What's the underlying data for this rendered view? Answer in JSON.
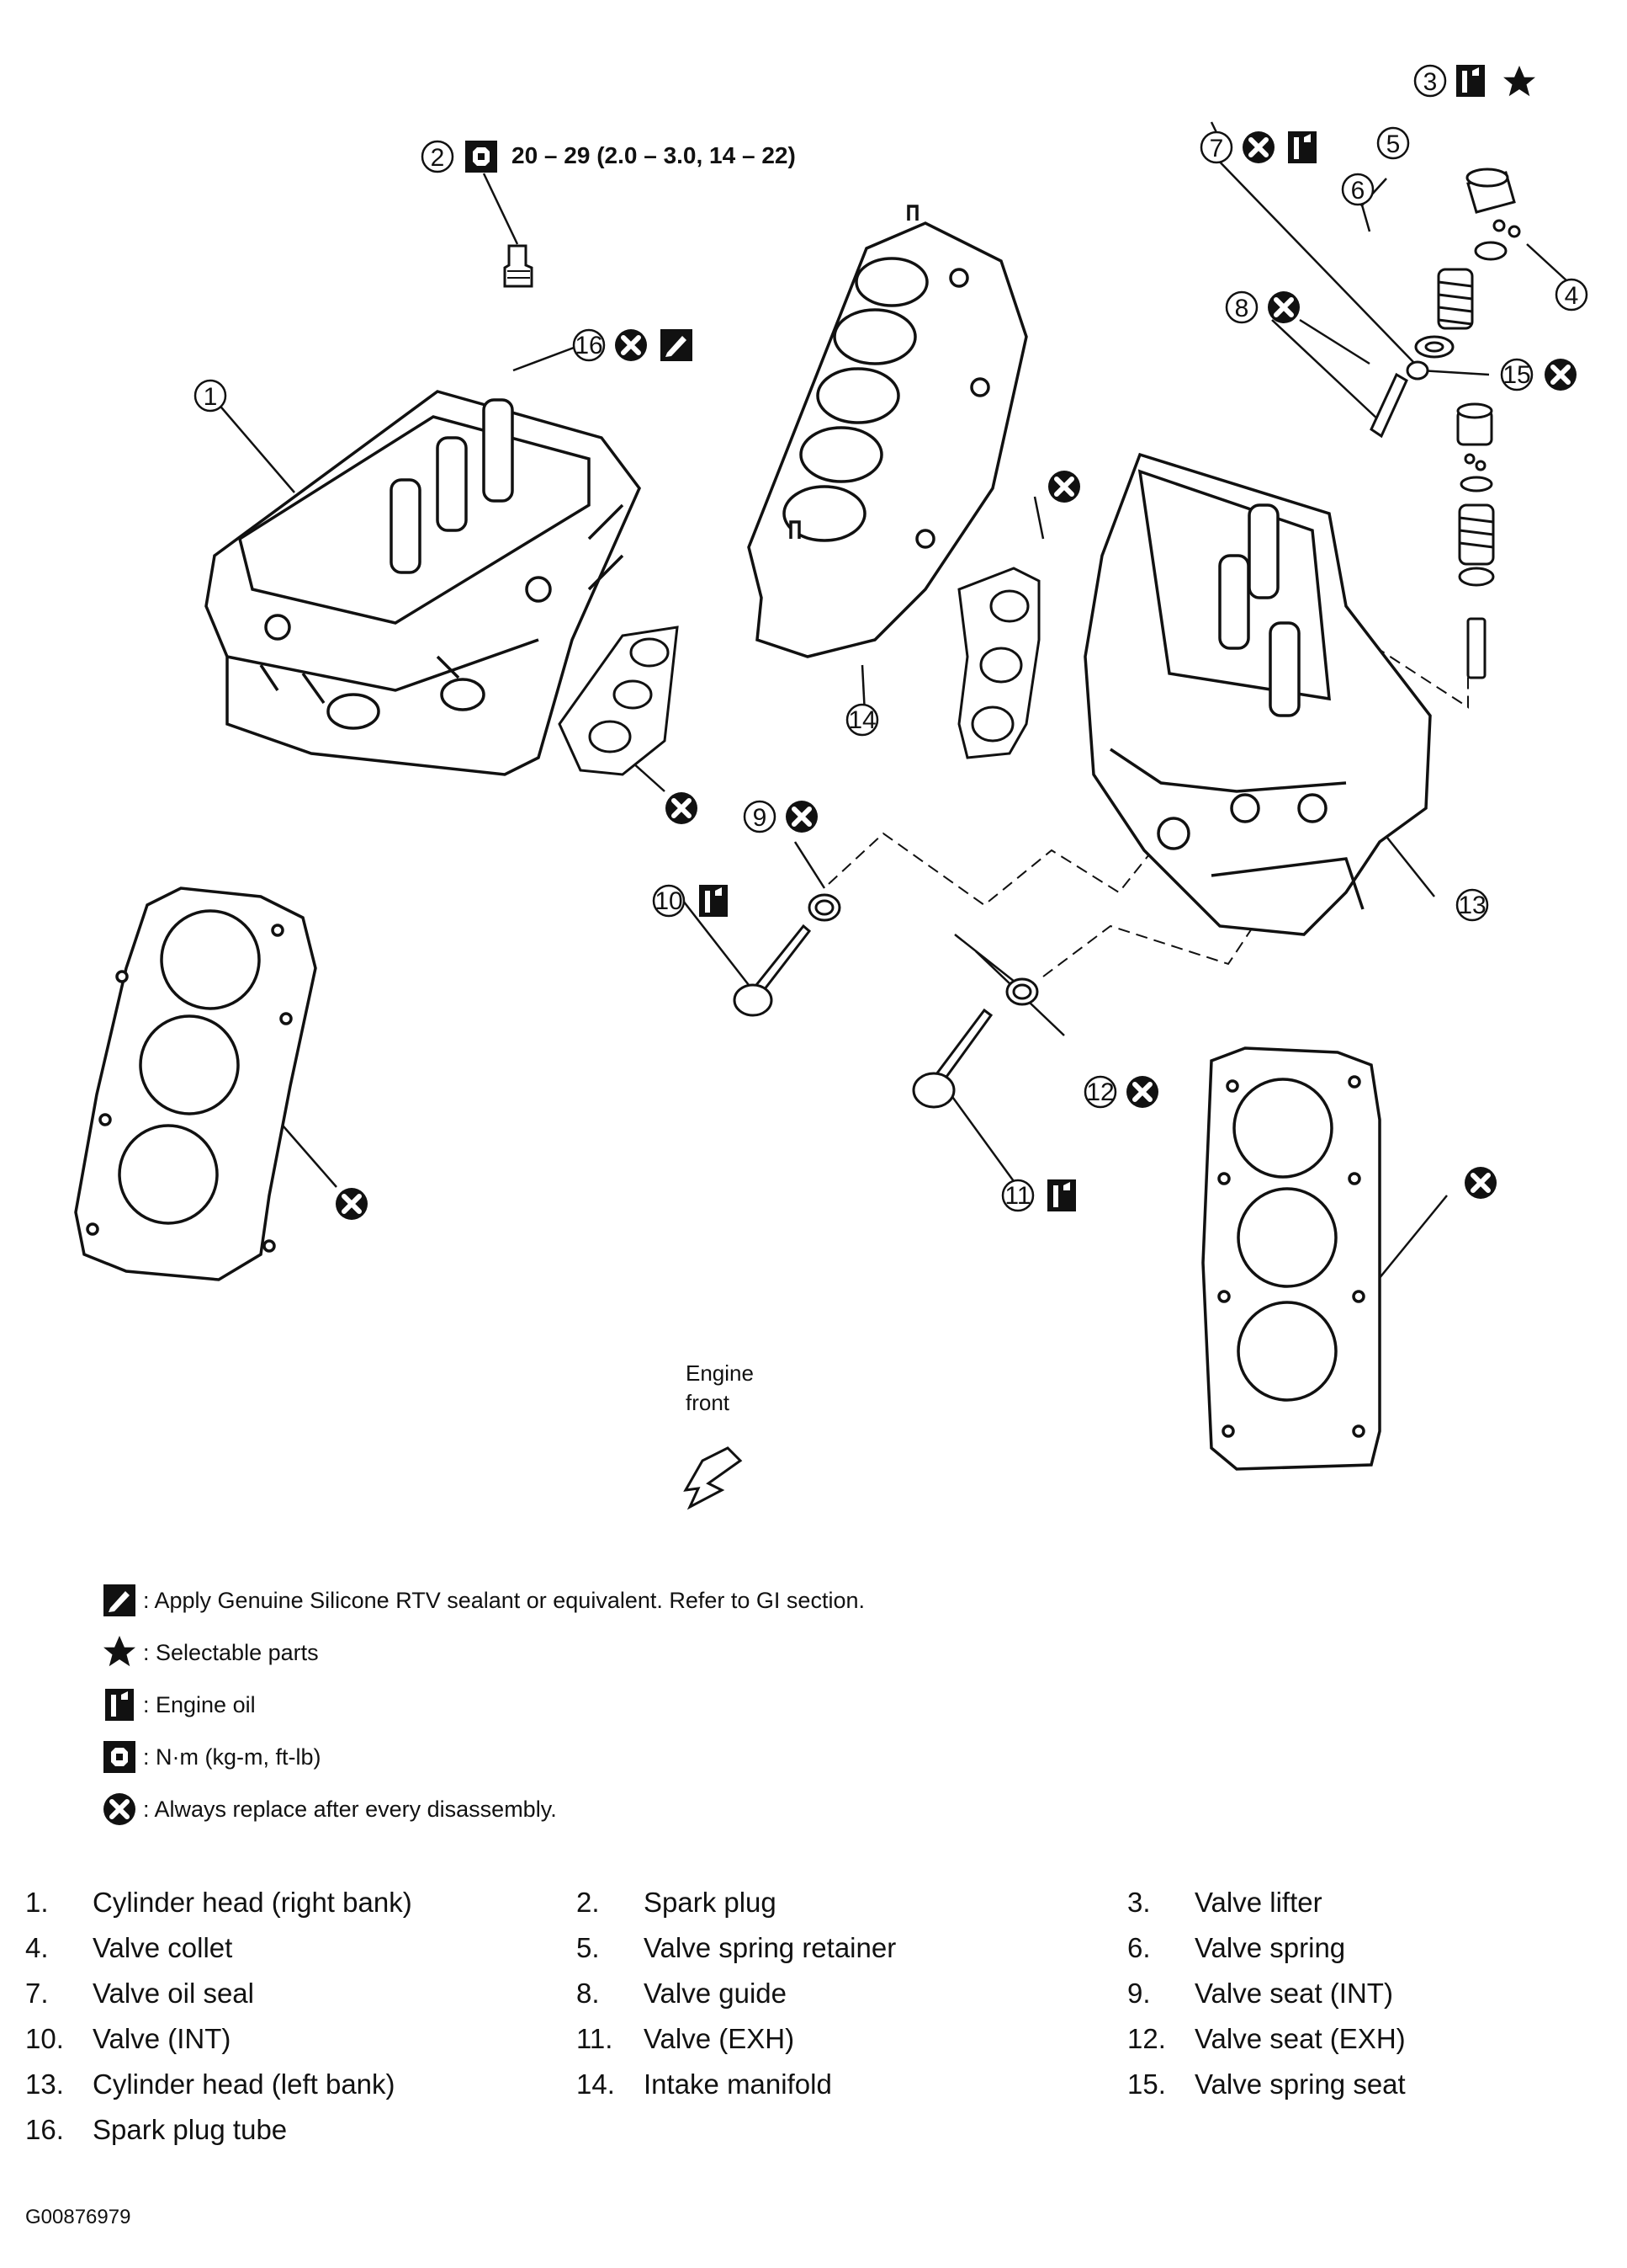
{
  "torque_spec": "20 – 29 (2.0 – 3.0, 14 – 22)",
  "engine_front_label": [
    "Engine",
    "front"
  ],
  "callouts": [
    "1",
    "2",
    "3",
    "4",
    "5",
    "6",
    "7",
    "8",
    "9",
    "10",
    "11",
    "12",
    "13",
    "14",
    "15",
    "16"
  ],
  "legend": [
    {
      "icon": "sealant-icon",
      "text": ": Apply Genuine Silicone RTV sealant or equivalent. Refer to GI section."
    },
    {
      "icon": "star-icon",
      "text": ": Selectable parts"
    },
    {
      "icon": "engine-oil-icon",
      "text": ": Engine oil"
    },
    {
      "icon": "torque-icon",
      "text": ": N·m (kg-m, ft-lb)"
    },
    {
      "icon": "replace-icon",
      "text": ": Always replace after every disassembly."
    }
  ],
  "parts": [
    {
      "num": "1.",
      "name": "Cylinder head (right bank)"
    },
    {
      "num": "2.",
      "name": "Spark plug"
    },
    {
      "num": "3.",
      "name": "Valve lifter"
    },
    {
      "num": "4.",
      "name": "Valve collet"
    },
    {
      "num": "5.",
      "name": "Valve spring retainer"
    },
    {
      "num": "6.",
      "name": "Valve spring"
    },
    {
      "num": "7.",
      "name": "Valve oil seal"
    },
    {
      "num": "8.",
      "name": "Valve guide"
    },
    {
      "num": "9.",
      "name": "Valve seat (INT)"
    },
    {
      "num": "10.",
      "name": "Valve (INT)"
    },
    {
      "num": "11.",
      "name": "Valve (EXH)"
    },
    {
      "num": "12.",
      "name": "Valve seat (EXH)"
    },
    {
      "num": "13.",
      "name": "Cylinder head (left bank)"
    },
    {
      "num": "14.",
      "name": "Intake manifold"
    },
    {
      "num": "15.",
      "name": "Valve spring seat"
    },
    {
      "num": "16.",
      "name": "Spark plug tube"
    }
  ],
  "figure_id": "G00876979"
}
